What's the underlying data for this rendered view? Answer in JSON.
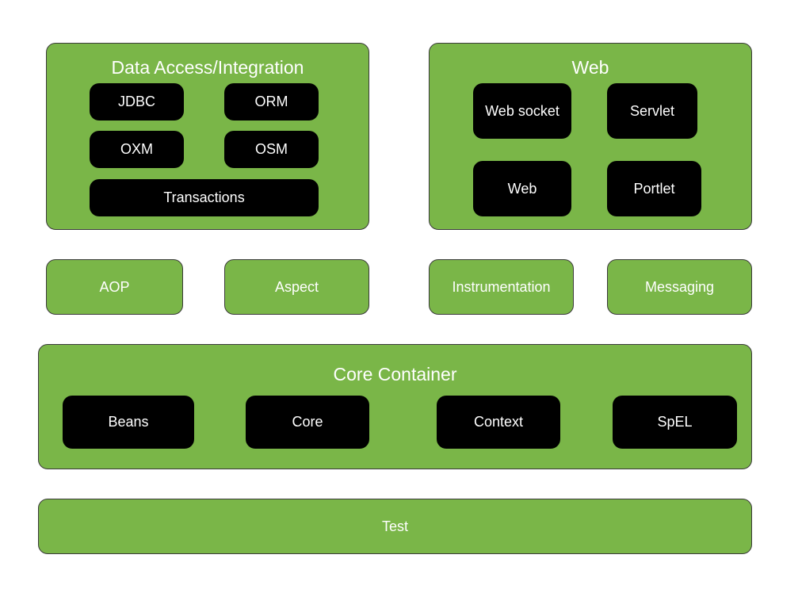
{
  "colors": {
    "module_fill": "#7ab648",
    "module_border": "#3a3a3a",
    "component_fill": "#000000",
    "text": "#ffffff",
    "background": "#ffffff"
  },
  "data_access": {
    "title": "Data Access/Integration",
    "items": [
      "JDBC",
      "ORM",
      "OXM",
      "OSM",
      "Transactions"
    ]
  },
  "web": {
    "title": "Web",
    "items": [
      "Web socket",
      "Servlet",
      "Web",
      "Portlet"
    ]
  },
  "middle_row": [
    "AOP",
    "Aspect",
    "Instrumentation",
    "Messaging"
  ],
  "core_container": {
    "title": "Core Container",
    "items": [
      "Beans",
      "Core",
      "Context",
      "SpEL"
    ]
  },
  "test": {
    "label": "Test"
  }
}
